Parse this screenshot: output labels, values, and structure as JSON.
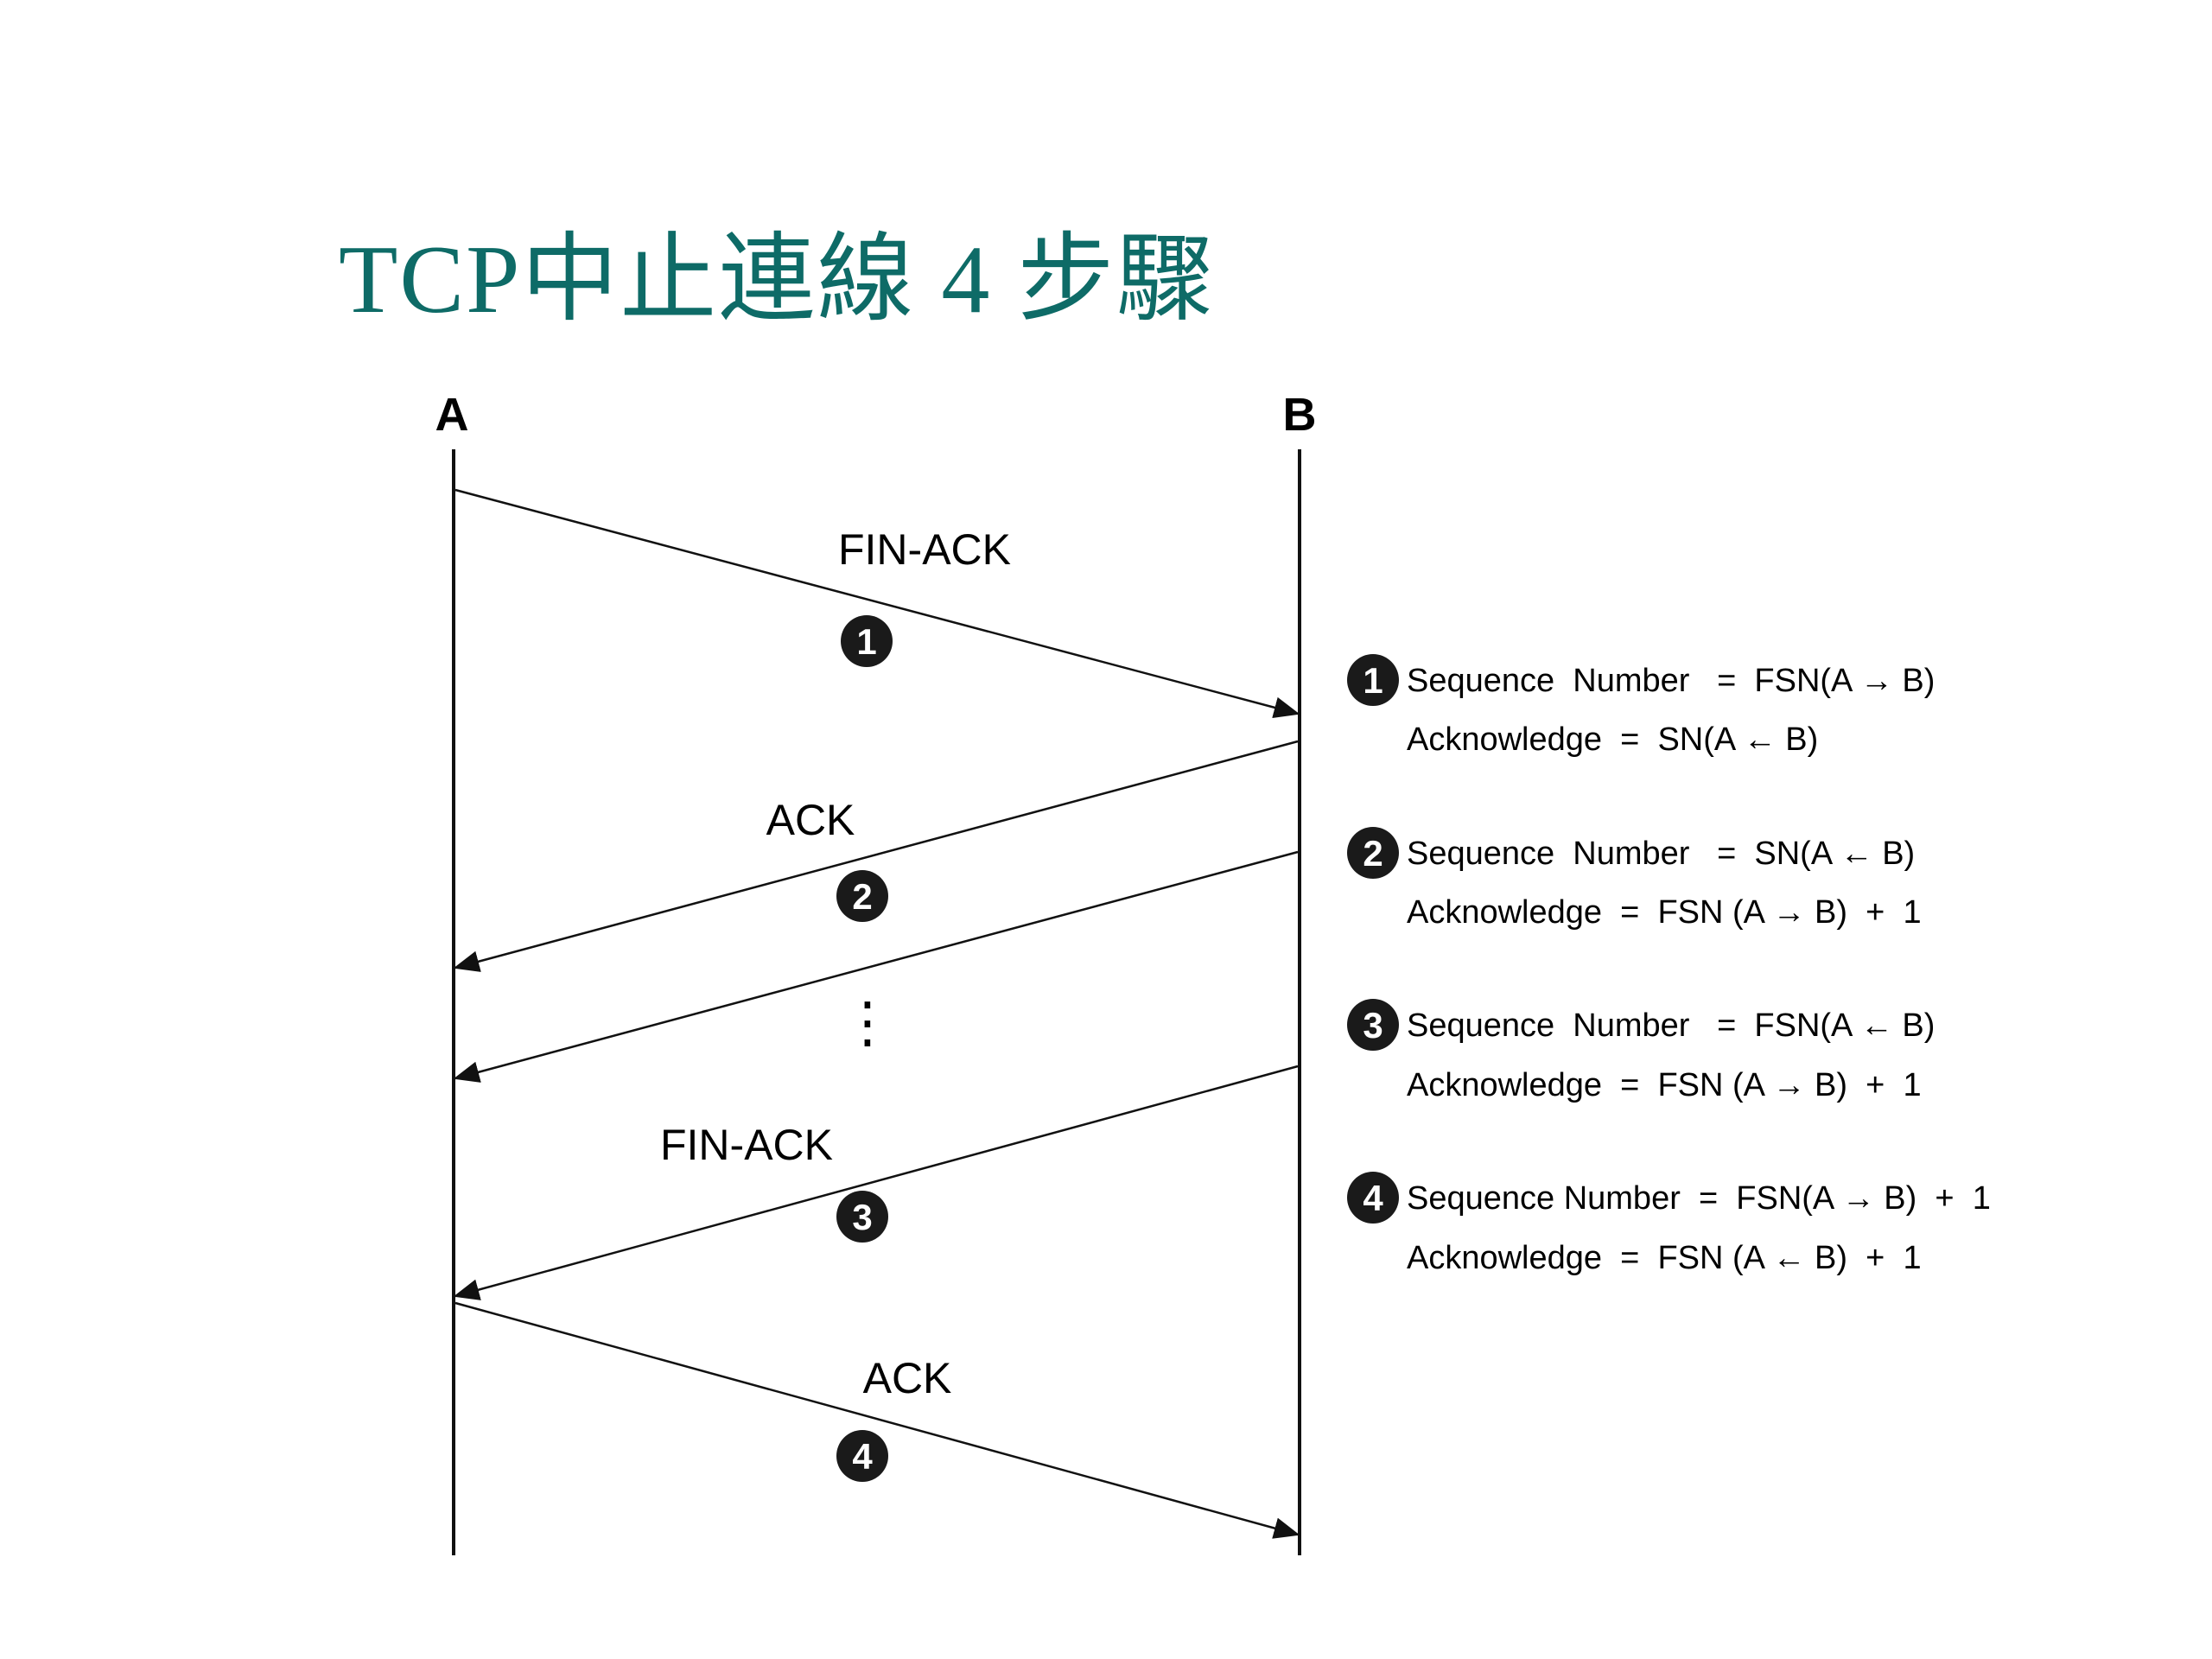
{
  "title": "TCP中止連線 4 步驟",
  "colors": {
    "title": "#0e6b67",
    "line": "#111111",
    "badge": "#1a1a1a",
    "badge_text": "#ffffff"
  },
  "hosts": {
    "left": "A",
    "right": "B"
  },
  "messages": [
    {
      "step": "1",
      "label": "FIN-ACK",
      "direction": "A-to-B"
    },
    {
      "step": "2",
      "label": "ACK",
      "direction": "B-to-A"
    },
    {
      "step": "",
      "label": "",
      "direction": "B-to-A"
    },
    {
      "step": "3",
      "label": "FIN-ACK",
      "direction": "B-to-A"
    },
    {
      "step": "4",
      "label": "ACK",
      "direction": "A-to-B"
    }
  ],
  "ellipsis": "⋮",
  "notes": [
    {
      "step": "1",
      "sequence": "Sequence  Number   =  FSN(A → B)",
      "acknowledge": "Acknowledge  =  SN(A ← B)"
    },
    {
      "step": "2",
      "sequence": "Sequence  Number   =  SN(A ← B)",
      "acknowledge": "Acknowledge  =  FSN (A → B)  +  1"
    },
    {
      "step": "3",
      "sequence": "Sequence  Number   =  FSN(A ← B)",
      "acknowledge": "Acknowledge  =  FSN (A → B)  +  1"
    },
    {
      "step": "4",
      "sequence": "Sequence Number  =  FSN(A → B)  +  1",
      "acknowledge": "Acknowledge  =  FSN (A ← B)  +  1"
    }
  ]
}
